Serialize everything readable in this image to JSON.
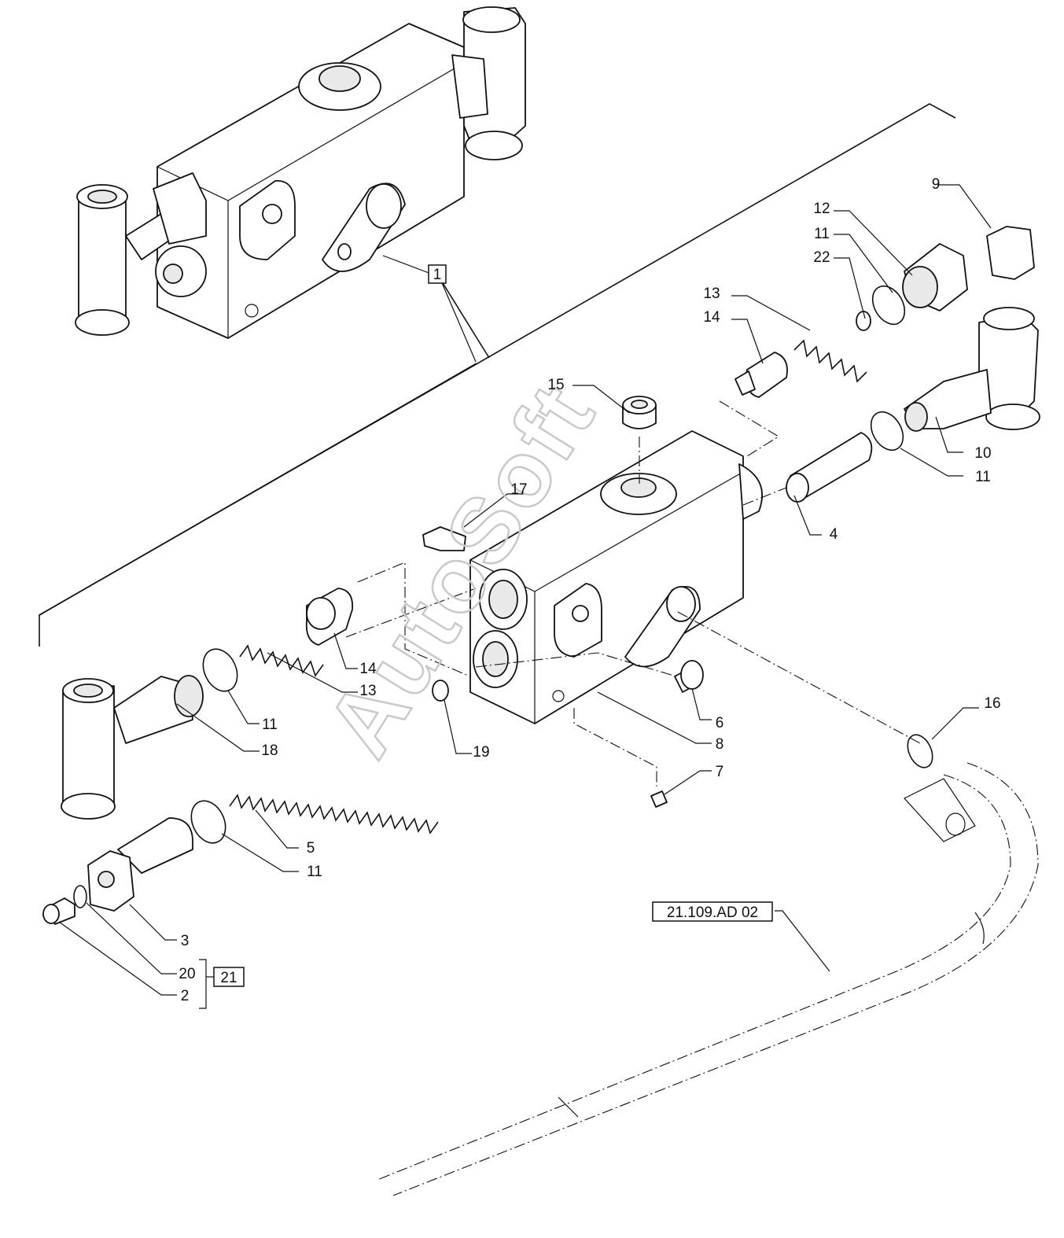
{
  "diagram": {
    "watermark": "AutoSoft",
    "reference_label": "21.109.AD 02",
    "callouts": [
      {
        "id": "c1",
        "text": "1",
        "boxed": true
      },
      {
        "id": "c2",
        "text": "2"
      },
      {
        "id": "c3",
        "text": "3"
      },
      {
        "id": "c4",
        "text": "4"
      },
      {
        "id": "c5",
        "text": "5"
      },
      {
        "id": "c6",
        "text": "6"
      },
      {
        "id": "c7",
        "text": "7"
      },
      {
        "id": "c8",
        "text": "8"
      },
      {
        "id": "c9",
        "text": "9"
      },
      {
        "id": "c10",
        "text": "10"
      },
      {
        "id": "c11a",
        "text": "11"
      },
      {
        "id": "c11b",
        "text": "11"
      },
      {
        "id": "c11c",
        "text": "11"
      },
      {
        "id": "c11d",
        "text": "11"
      },
      {
        "id": "c12",
        "text": "12"
      },
      {
        "id": "c13a",
        "text": "13"
      },
      {
        "id": "c13b",
        "text": "13"
      },
      {
        "id": "c14a",
        "text": "14"
      },
      {
        "id": "c14b",
        "text": "14"
      },
      {
        "id": "c15",
        "text": "15"
      },
      {
        "id": "c16",
        "text": "16"
      },
      {
        "id": "c17",
        "text": "17"
      },
      {
        "id": "c18",
        "text": "18"
      },
      {
        "id": "c19",
        "text": "19"
      },
      {
        "id": "c20",
        "text": "20"
      },
      {
        "id": "c21",
        "text": "21",
        "boxed": true
      },
      {
        "id": "c22",
        "text": "22"
      }
    ]
  }
}
